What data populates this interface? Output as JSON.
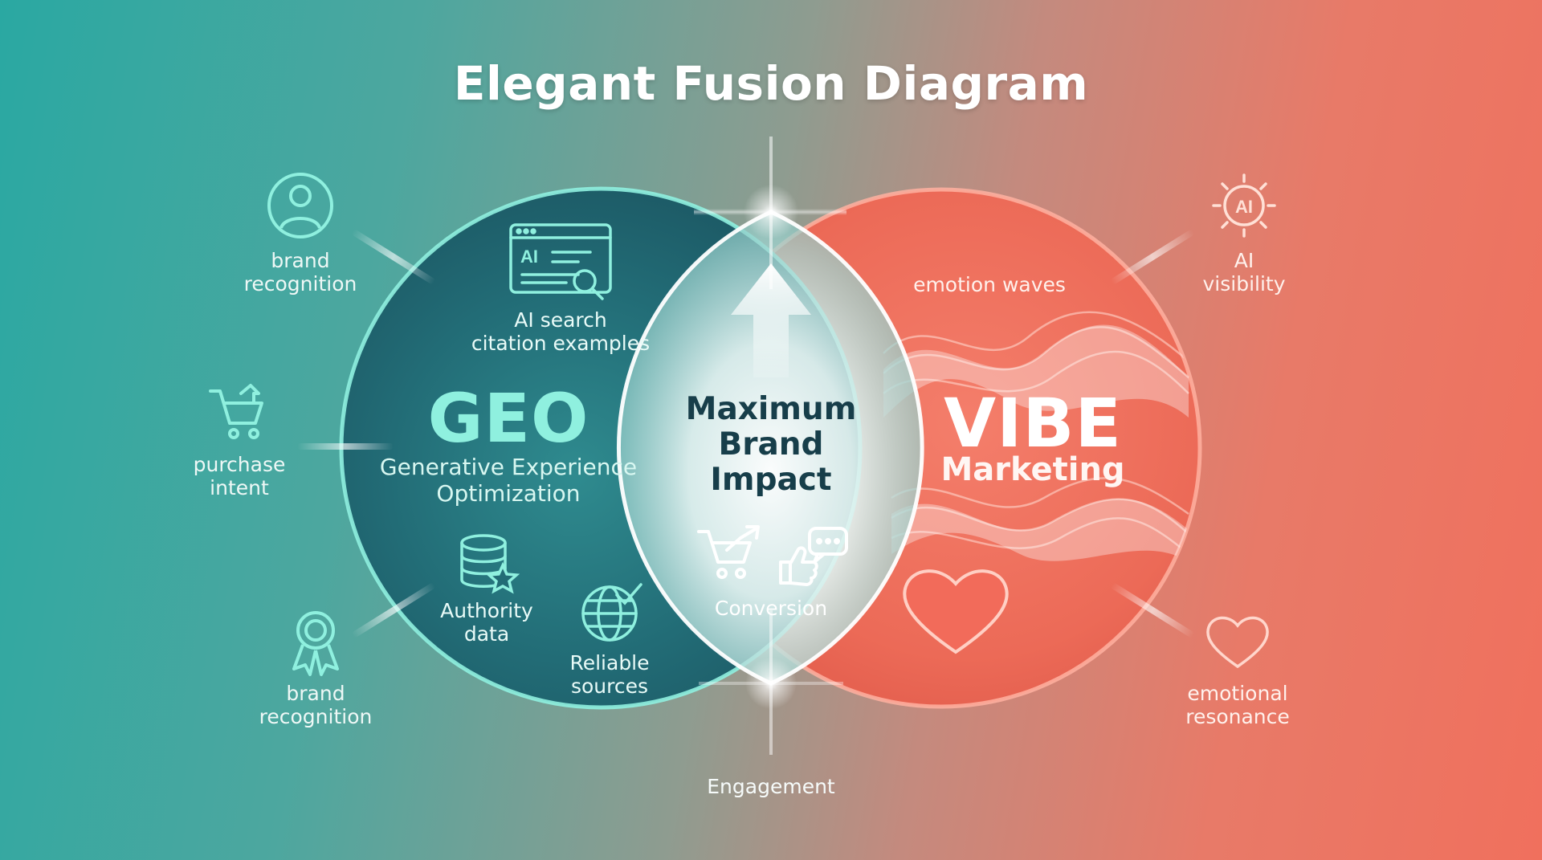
{
  "title": "Elegant Fusion Diagram",
  "geo": {
    "heading": "GEO",
    "subtitle_line1": "Generative Experience",
    "subtitle_line2": "Optimization",
    "inner": {
      "ai_search_line1": "AI search",
      "ai_search_line2": "citation examples",
      "authority_line1": "Authority",
      "authority_line2": "data",
      "reliable_line1": "Reliable",
      "reliable_line2": "sources"
    },
    "outer": {
      "top_line1": "brand",
      "top_line2": "recognition",
      "middle_line1": "purchase",
      "middle_line2": "intent",
      "bottom_line1": "brand",
      "bottom_line2": "recognition"
    }
  },
  "center": {
    "line1": "Maximum",
    "line2": "Brand",
    "line3": "Impact",
    "conversion": "Conversion",
    "engagement": "Engagement"
  },
  "vibe": {
    "heading": "VIBE",
    "subtitle": "Marketing",
    "emotion_waves": "emotion waves",
    "outer": {
      "ai_badge": "AI",
      "top_line1": "AI",
      "top_line2": "visibility",
      "bottom_line1": "emotional",
      "bottom_line2": "resonance"
    }
  },
  "icons": {
    "ai_screen_text": "AI"
  },
  "colors": {
    "teal": "#2aa8a2",
    "teal_dark": "#1d5f68",
    "teal_light": "#8ff0df",
    "coral": "#f0705d",
    "coral_light": "#ffb3a3",
    "navy_text": "#173e4a"
  }
}
